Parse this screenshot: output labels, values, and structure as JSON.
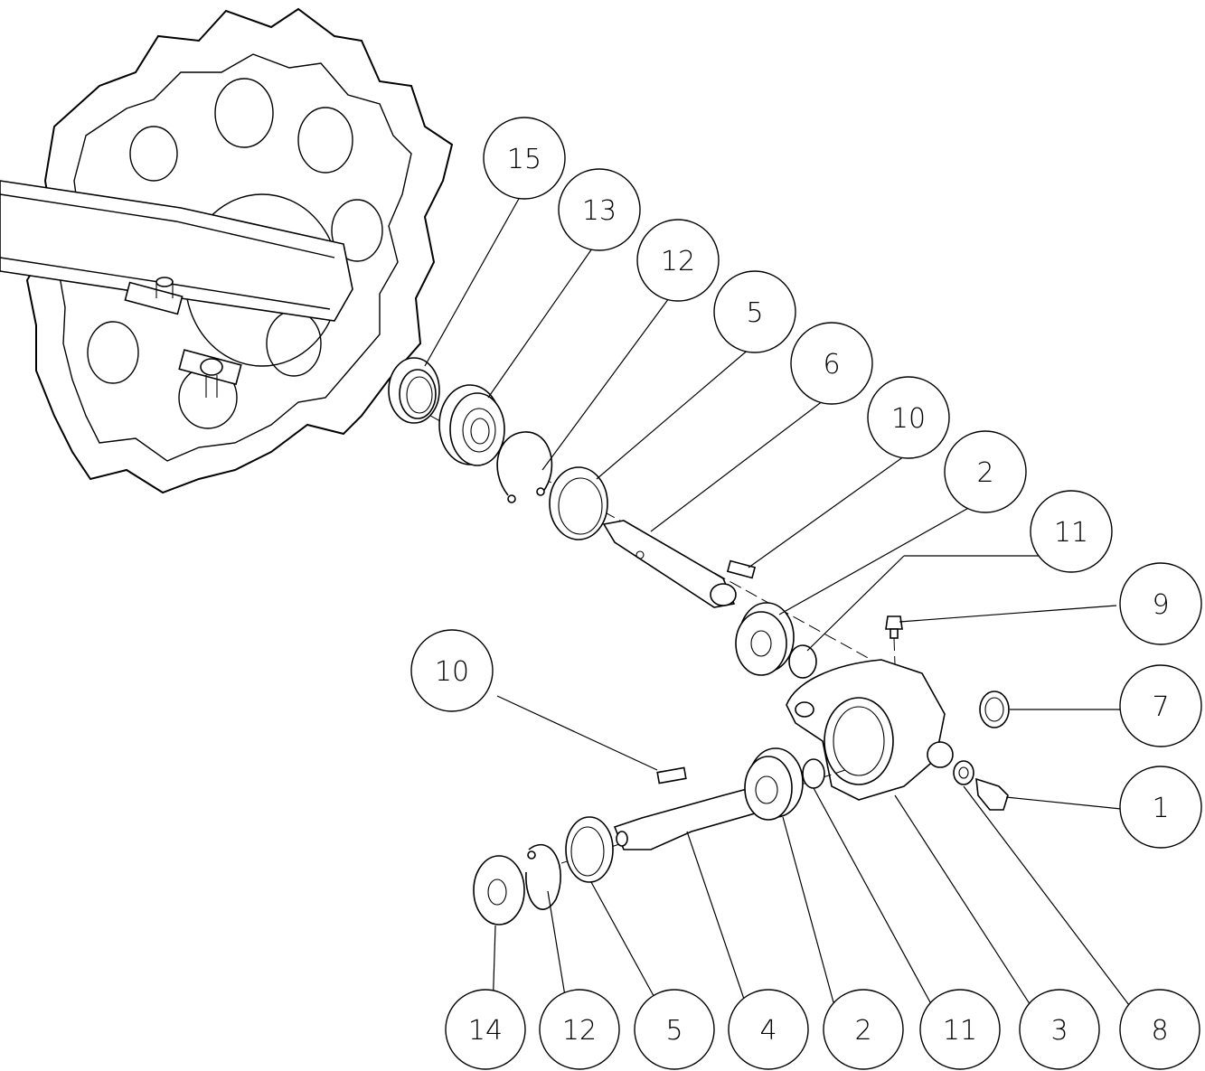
{
  "diagram": {
    "kind": "exploded-parts-view",
    "line_color": "#000000",
    "background": "#ffffff",
    "callouts": [
      {
        "id": "c15",
        "label": "15"
      },
      {
        "id": "c13",
        "label": "13"
      },
      {
        "id": "c12a",
        "label": "12"
      },
      {
        "id": "c5a",
        "label": "5"
      },
      {
        "id": "c6",
        "label": "6"
      },
      {
        "id": "c10a",
        "label": "10"
      },
      {
        "id": "c2a",
        "label": "2"
      },
      {
        "id": "c11a",
        "label": "11"
      },
      {
        "id": "c9",
        "label": "9"
      },
      {
        "id": "c7",
        "label": "7"
      },
      {
        "id": "c1",
        "label": "1"
      },
      {
        "id": "c10b",
        "label": "10"
      },
      {
        "id": "c14",
        "label": "14"
      },
      {
        "id": "c12b",
        "label": "12"
      },
      {
        "id": "c5b",
        "label": "5"
      },
      {
        "id": "c4",
        "label": "4"
      },
      {
        "id": "c2b",
        "label": "2"
      },
      {
        "id": "c11b",
        "label": "11"
      },
      {
        "id": "c3",
        "label": "3"
      },
      {
        "id": "c8",
        "label": "8"
      }
    ]
  }
}
